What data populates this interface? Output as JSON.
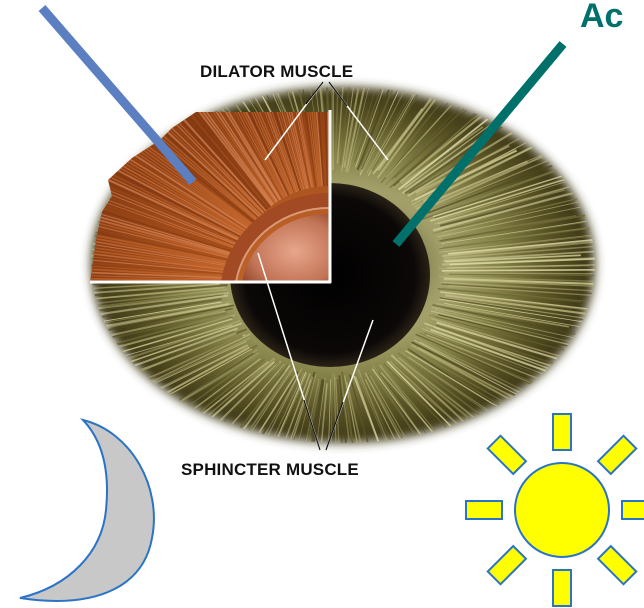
{
  "labels": {
    "dilator": "DILATOR MUSCLE",
    "sphincter": "SPHINCTER MUSCLE",
    "corner_partial_text": "Ac"
  },
  "icons": {
    "moon": "crescent-moon-icon",
    "sun": "sun-icon"
  },
  "colors": {
    "blue_pointer": "#5b7fc0",
    "teal_pointer": "#00706a",
    "corner_text": "#00706a",
    "iris_outer": "#4a4a1c",
    "iris_mid": "#8a8a50",
    "pupil": "#070505",
    "cutaway_muscle": "#b85a20",
    "moon_fill": "#c8c8c8",
    "moon_stroke": "#2a73c6",
    "sun_fill": "#ffff00",
    "sun_stroke": "#2a73c6"
  }
}
